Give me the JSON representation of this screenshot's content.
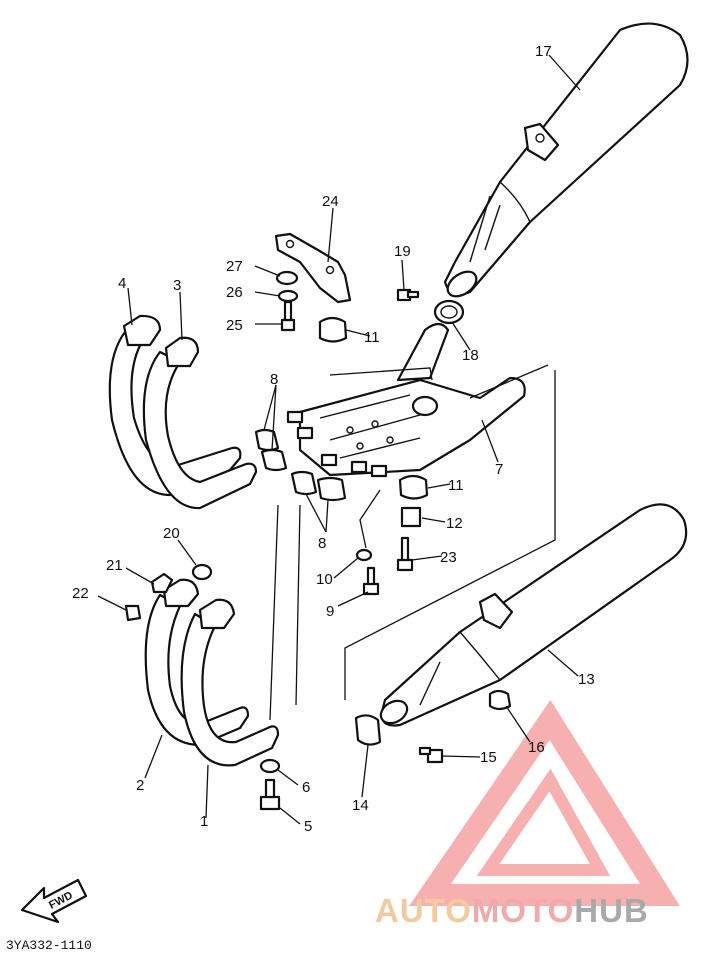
{
  "diagram_code": "3YA332-1110",
  "fwd_label": "FWD",
  "watermark": {
    "part1": "AUTO",
    "part2": "MOTO",
    "part3": "HUB",
    "colors": {
      "auto": "#f3c9a0",
      "moto": "#f2a9a9",
      "hub": "#a9a9a9",
      "triangle": "#f07070"
    }
  },
  "callouts": [
    "1",
    "2",
    "3",
    "4",
    "5",
    "6",
    "7",
    "8",
    "8",
    "9",
    "10",
    "11",
    "11",
    "12",
    "13",
    "14",
    "15",
    "16",
    "17",
    "18",
    "19",
    "20",
    "21",
    "22",
    "23",
    "24",
    "25",
    "26",
    "27"
  ]
}
